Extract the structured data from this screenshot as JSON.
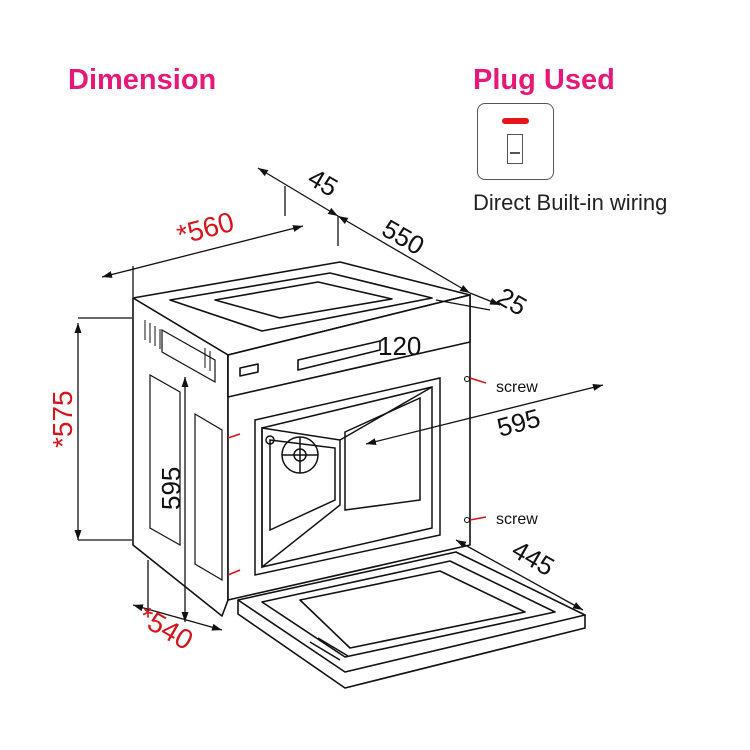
{
  "titles": {
    "dimension": "Dimension",
    "plug_used": "Plug Used"
  },
  "plug": {
    "caption": "Direct Built-in wiring",
    "indicator_color": "#e8141b"
  },
  "colors": {
    "title": "#e6197a",
    "red_dimension": "#d8141b",
    "line": "#111111"
  },
  "dimensions": {
    "depth_top": "45",
    "depth_body": "550",
    "depth_front": "25",
    "width_cutout": "*560",
    "height_panel": "120",
    "width_front": "595",
    "height_cutout": "*575",
    "height_front": "595",
    "depth_cutout": "*540",
    "door_depth": "445"
  },
  "labels": {
    "screw_top": "screw",
    "screw_bottom": "screw"
  }
}
